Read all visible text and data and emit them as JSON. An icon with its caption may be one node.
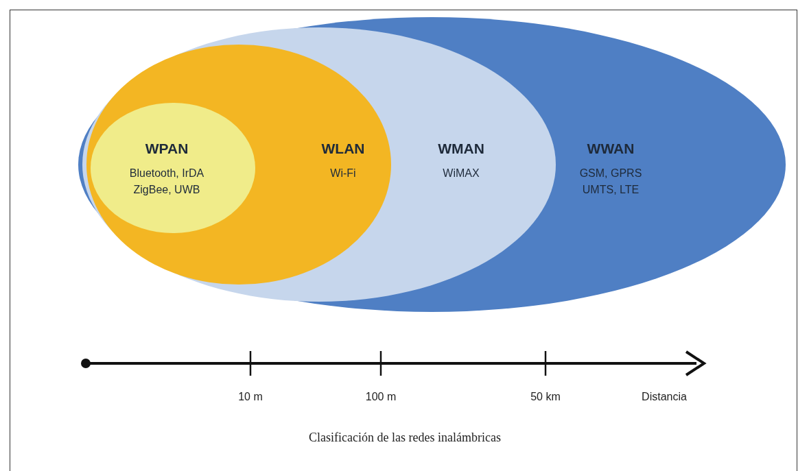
{
  "diagram": {
    "caption": "Clasificación de las redes inalámbricas",
    "nodes": [
      {
        "text": [
          "WWAN",
          "GSM, GPRS UMTS, LTE"
        ]
      },
      {
        "text": [
          "WMAN",
          "WiMAX"
        ],
        "in": 0
      },
      {
        "text": [
          "WLAN",
          "Wi-Fi"
        ],
        "in": 1
      },
      {
        "text": [
          "WPAN",
          "Bluetooth, IrDA ZigBee, UWB"
        ],
        "in": 2
      }
    ],
    "labels": [
      "10 m",
      "100 m",
      "50 km",
      "Distancia"
    ]
  }
}
